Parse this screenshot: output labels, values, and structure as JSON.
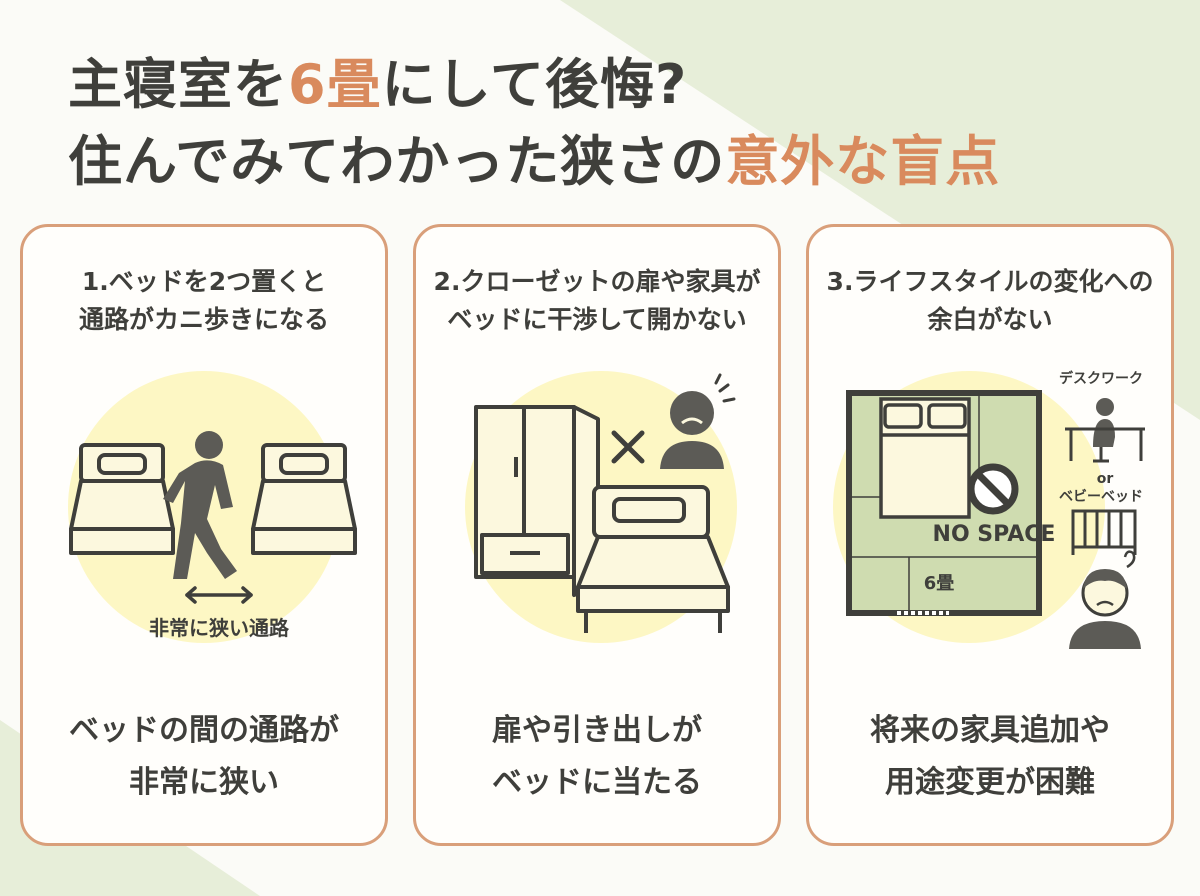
{
  "title": {
    "line1_pre": "主寝室を",
    "line1_accent": "6畳",
    "line1_post": "にして後悔?",
    "line2_pre": "住んでみてわかった狭さの",
    "line2_accent": "意外な盲点"
  },
  "colors": {
    "accent": "#d98a5d",
    "card_border": "#d99f7a",
    "text": "#3f3f3b",
    "spotlight": "#fdf7c4",
    "tatami": "#cfdcb0"
  },
  "cards": [
    {
      "heading_line1": "1.ベッドを2つ置くと",
      "heading_line2": "通路がカニ歩きになる",
      "illustration_label": "非常に狭い通路",
      "footer_line1": "ベッドの間の通路が",
      "footer_line2": "非常に狭い"
    },
    {
      "heading_line1": "2.クローゼットの扉や家具が",
      "heading_line2": "ベッドに干渉して開かない",
      "footer_line1": "扉や引き出しが",
      "footer_line2": "ベッドに当たる"
    },
    {
      "heading_line1": "3.ライフスタイルの変化への",
      "heading_line2": "余白がない",
      "label_desk": "デスクワーク",
      "label_or": "or",
      "label_crib": "ベビーベッド",
      "label_no_space": "NO SPACE",
      "label_room": "6畳",
      "footer_line1": "将来の家具追加や",
      "footer_line2": "用途変更が困難"
    }
  ]
}
